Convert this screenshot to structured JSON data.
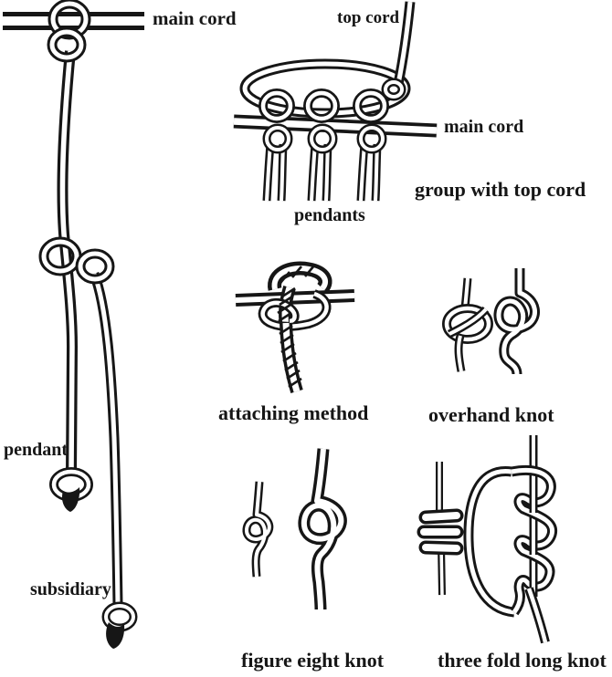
{
  "page": {
    "background_color": "#ffffff",
    "ink_color": "#161616"
  },
  "labels": {
    "main_cord_left": "main cord",
    "top_cord": "top cord",
    "main_cord_right": "main cord",
    "group_with_top_cord": "group with top cord",
    "pendants": "pendants",
    "attaching_method": "attaching method",
    "overhand_knot": "overhand knot",
    "pendant": "pendant",
    "subsidiary": "subsidiary",
    "figure_eight_knot": "figure eight knot",
    "three_fold_long_knot": "three fold long knot"
  }
}
